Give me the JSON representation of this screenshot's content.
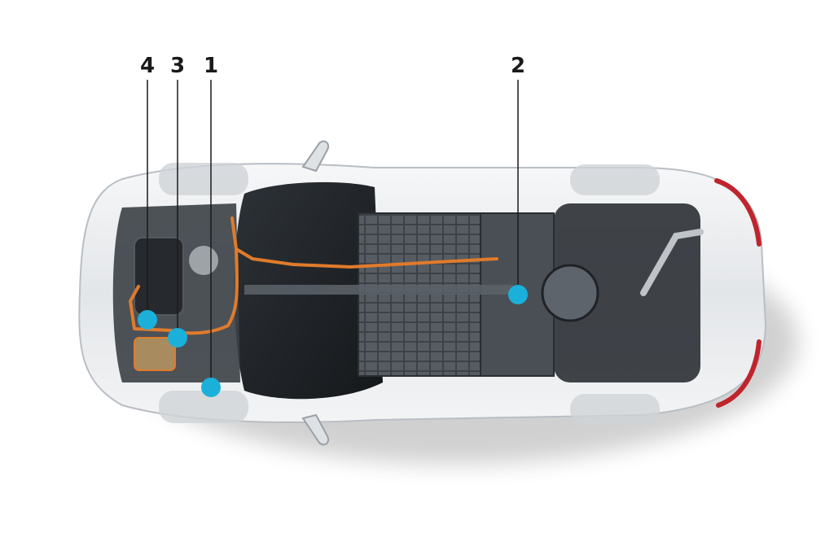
{
  "colors": {
    "marker": "#1ab0d9",
    "label": "#1a1a1a",
    "cable": "#e07b2c",
    "body": "#e9ecef",
    "cabin": "#23272b",
    "battery": "#4a4f55",
    "taillight": "#c0242d"
  },
  "callouts": [
    {
      "label": "4"
    },
    {
      "label": "3"
    },
    {
      "label": "1"
    },
    {
      "label": "2"
    }
  ]
}
